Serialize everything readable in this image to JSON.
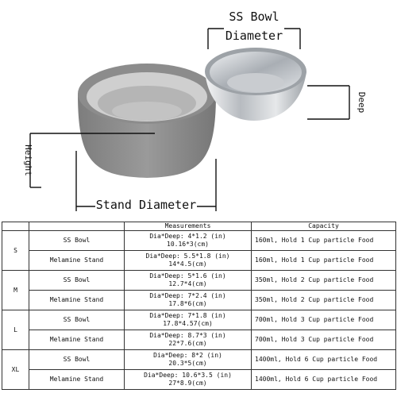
{
  "figure": {
    "labels": {
      "ss_bowl_title": "SS Bowl",
      "diameter": "Diameter",
      "deep": "Deep",
      "height": "Height",
      "stand_diameter": "Stand Diameter"
    },
    "colors": {
      "stand_body": "#8a8a8a",
      "stand_rim": "#c9c9c9",
      "steel": "#c8cbcf",
      "dimension_line": "#111111"
    }
  },
  "table": {
    "headers": {
      "size": "",
      "item": "",
      "measurements": "Measurements",
      "capacity": "Capacity"
    },
    "rows": [
      {
        "size": "S",
        "item": "SS Bowl",
        "meas_1": "Dia*Deep: 4*1.2 (in)",
        "meas_2": "10.16*3(cm)",
        "capacity": "160ml, Hold 1 Cup particle Food"
      },
      {
        "size": "",
        "item": "Melamine Stand",
        "meas_1": "Dia*Deep: 5.5*1.8 (in)",
        "meas_2": "14*4.5(cm)",
        "capacity": "160ml, Hold 1 Cup particle Food"
      },
      {
        "size": "M",
        "item": "SS Bowl",
        "meas_1": "Dia*Deep: 5*1.6 (in)",
        "meas_2": "12.7*4(cm)",
        "capacity": "350ml, Hold 2 Cup particle Food"
      },
      {
        "size": "",
        "item": "Melamine Stand",
        "meas_1": "Dia*Deep: 7*2.4 (in)",
        "meas_2": "17.8*6(cm)",
        "capacity": "350ml, Hold 2 Cup particle Food"
      },
      {
        "size": "L",
        "item": "SS Bowl",
        "meas_1": "Dia*Deep: 7*1.8 (in)",
        "meas_2": "17.8*4.57(cm)",
        "capacity": "700ml, Hold 3 Cup particle Food"
      },
      {
        "size": "",
        "item": "Melamine Stand",
        "meas_1": "Dia*Deep: 8.7*3 (in)",
        "meas_2": "22*7.6(cm)",
        "capacity": "700ml, Hold 3 Cup particle Food"
      },
      {
        "size": "XL",
        "item": "SS Bowl",
        "meas_1": "Dia*Deep: 8*2 (in)",
        "meas_2": "20.3*5(cm)",
        "capacity": "1400ml, Hold 6 Cup particle Food"
      },
      {
        "size": "",
        "item": "Melamine Stand",
        "meas_1": "Dia*Deep: 10.6*3.5 (in)",
        "meas_2": "27*8.9(cm)",
        "capacity": "1400ml, Hold 6 Cup particle Food"
      }
    ]
  }
}
